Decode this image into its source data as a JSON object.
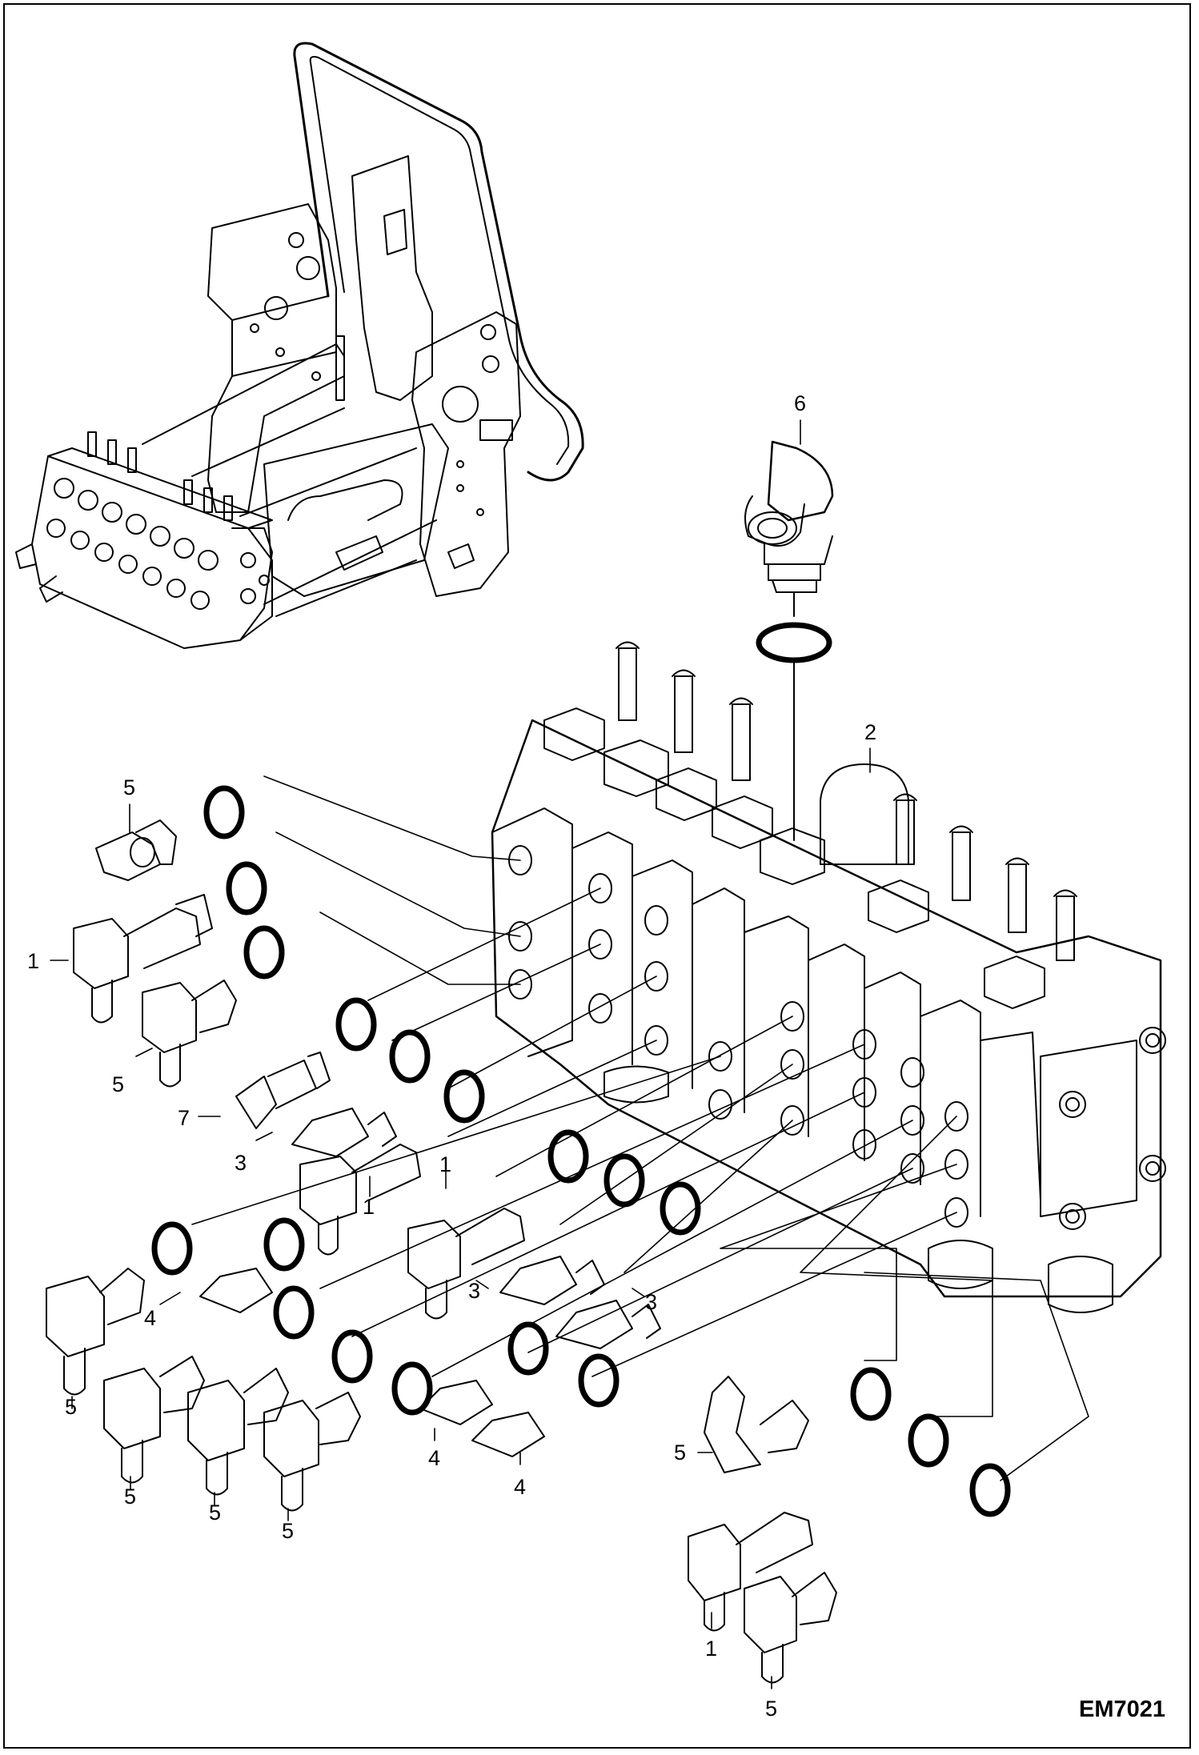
{
  "diagram": {
    "drawing_code": "EM7021",
    "callouts": [
      "6",
      "2",
      "5",
      "1",
      "5",
      "7",
      "3",
      "1",
      "1",
      "5",
      "4",
      "3",
      "3",
      "5",
      "5",
      "5",
      "4",
      "4",
      "5",
      "1",
      "5"
    ]
  }
}
